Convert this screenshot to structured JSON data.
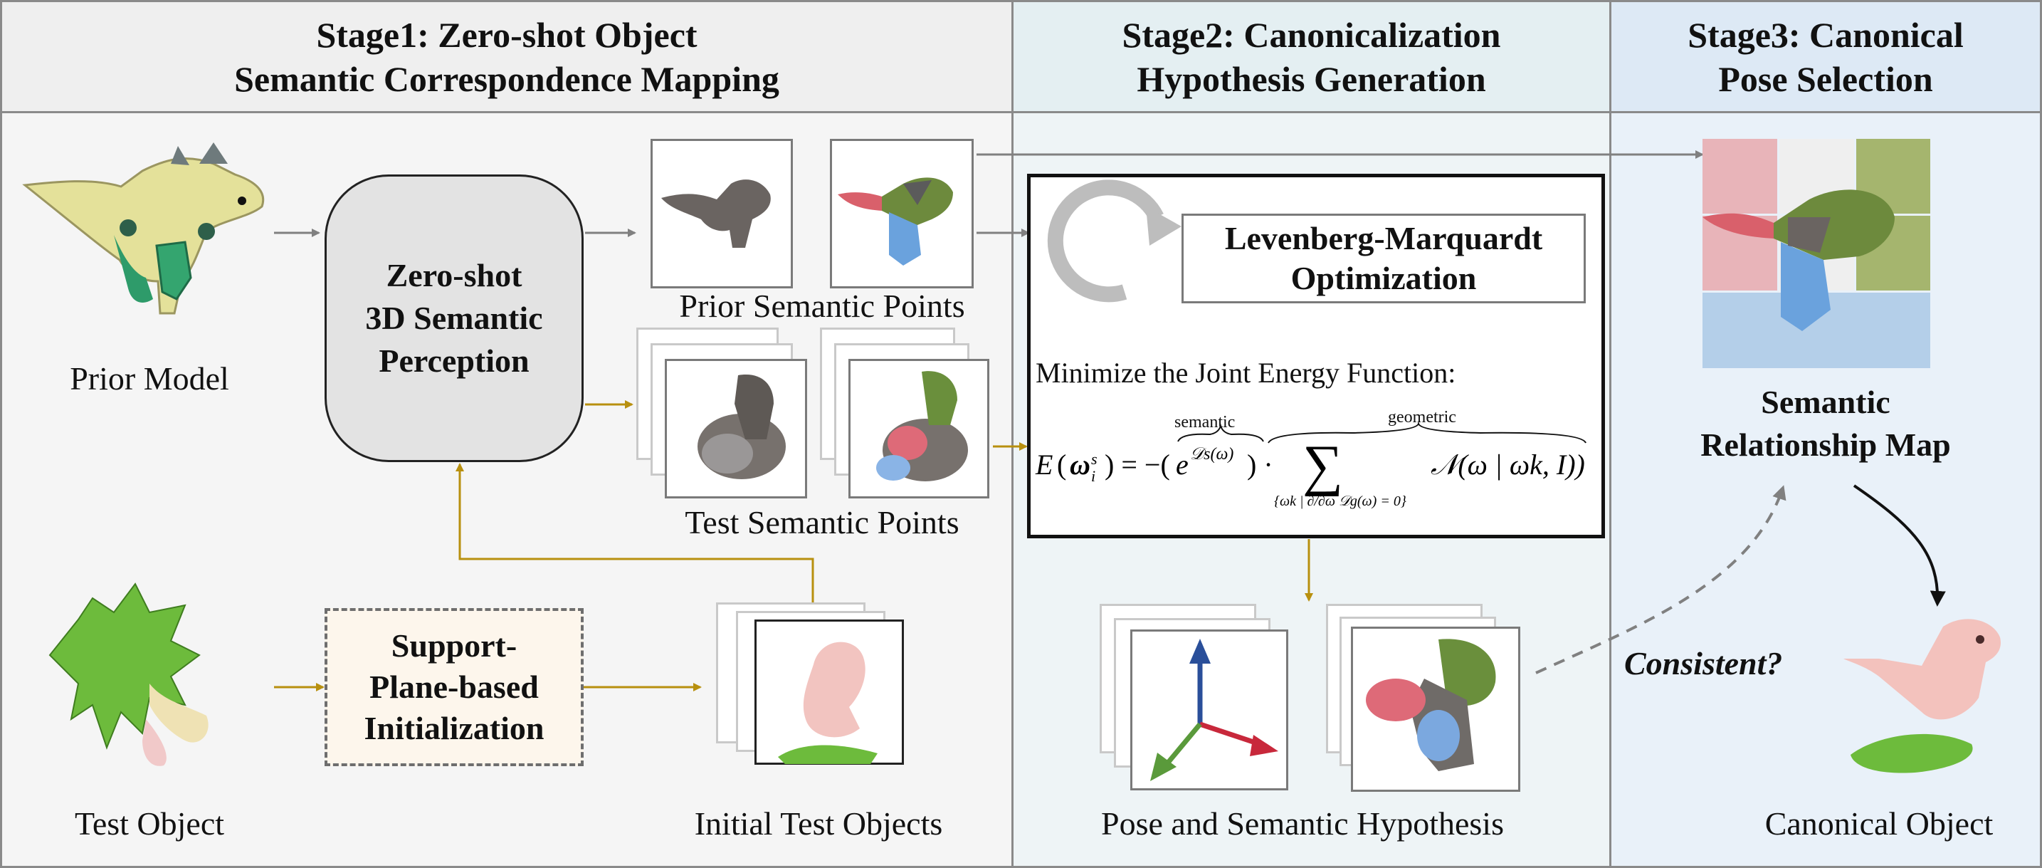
{
  "stage1": {
    "title_line1": "Stage1: Zero-shot Object",
    "title_line2": "Semantic Correspondence Mapping"
  },
  "stage2": {
    "title_line1": "Stage2: Canonicalization",
    "title_line2": "Hypothesis Generation"
  },
  "stage3": {
    "title_line1": "Stage3: Canonical",
    "title_line2": "Pose Selection"
  },
  "labels": {
    "prior_model": "Prior Model",
    "test_object": "Test Object",
    "prior_semantic_points": "Prior Semantic Points",
    "test_semantic_points": "Test Semantic Points",
    "initial_test_objects": "Initial Test Objects",
    "pose_semantic_hypothesis": "Pose and Semantic Hypothesis",
    "canonical_object": "Canonical Object",
    "consistent": "Consistent?"
  },
  "perception_box": {
    "line1": "Zero-shot",
    "line2": "3D Semantic",
    "line3": "Perception"
  },
  "init_box": {
    "line1": "Support-",
    "line2": "Plane-based",
    "line3": "Initialization"
  },
  "optimization_box": {
    "line1": "Levenberg-Marquardt",
    "line2": "Optimization"
  },
  "energy": {
    "caption": "Minimize the Joint Energy Function:",
    "semantic_tag": "semantic",
    "geometric_tag": "geometric"
  },
  "relationship_map": {
    "line1": "Semantic",
    "line2": "Relationship Map"
  },
  "colors": {
    "stage1_bg": "#f5f5f5",
    "stage2_bg": "#eef4f6",
    "stage3_bg": "#e9f1f9",
    "stage1_header": "#efefef",
    "stage2_header": "#e4eff2",
    "stage3_header": "#dde9f5",
    "gold_arrow": "#b8900f",
    "gray_arrow": "#808080",
    "init_box_bg": "#fdf6ec",
    "perception_box_bg": "#e3e3e3",
    "map_red": "#e8b4b9",
    "map_green": "#a5b56e",
    "map_blue": "#b4cfe9",
    "map_gray": "#efefef"
  }
}
